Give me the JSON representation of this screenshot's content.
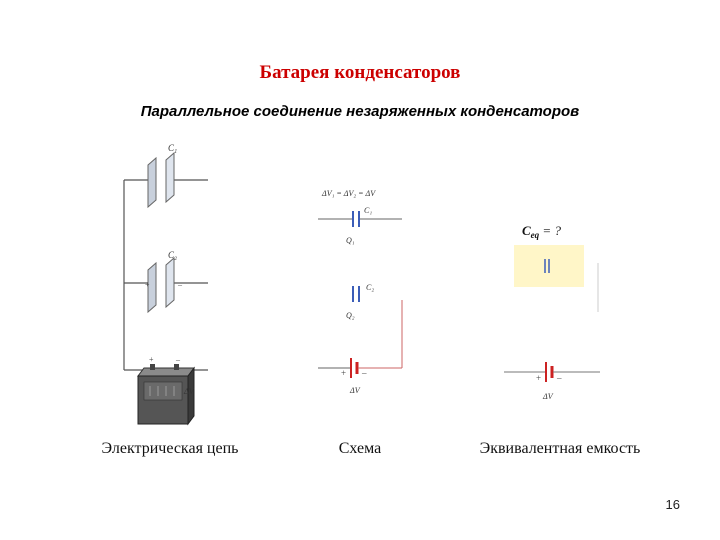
{
  "title": "Батарея конденсаторов",
  "subtitle": "Параллельное соединение незаряженных конденсаторов",
  "captions": {
    "circuit": "Электрическая цепь",
    "scheme": "Схема",
    "equivalent": "Эквивалентная емкость"
  },
  "page_number": "16",
  "labels": {
    "c1": "C₁",
    "c2": "C₂",
    "q1": "Q₁",
    "q2": "Q₂",
    "voltage_eq": "ΔV₁ = ΔV₂ = ΔV",
    "delta_v": "ΔV",
    "ceq_main": "C",
    "ceq_sub": "eq",
    "ceq_rest": " = ?",
    "plus": "+",
    "minus": "–"
  },
  "colors": {
    "title": "#cc0000",
    "capacitor_plate_blue": "#3b5db8",
    "battery_red": "#cc2222",
    "equivalent_box": "#fff6c8"
  }
}
